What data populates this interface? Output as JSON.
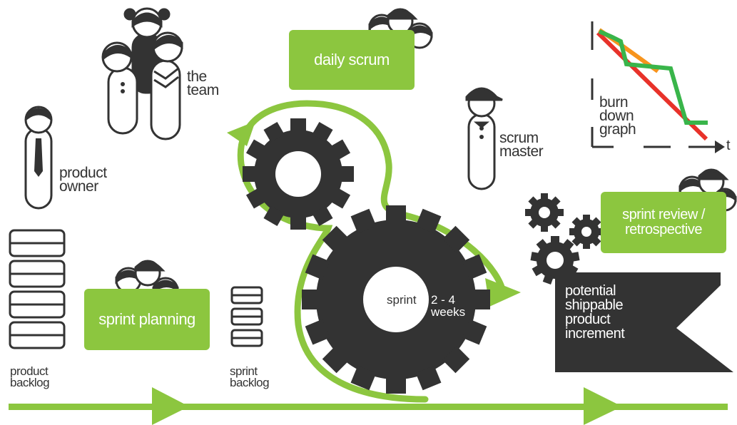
{
  "labels": {
    "the_team": [
      "the",
      "team"
    ],
    "product_owner": [
      "product",
      "owner"
    ],
    "scrum_master": [
      "scrum",
      "master"
    ],
    "burn_down_graph": [
      "burn",
      "down",
      "graph"
    ],
    "burn_axis_t": "t",
    "product_backlog": [
      "product",
      "backlog"
    ],
    "sprint_backlog": [
      "sprint",
      "backlog"
    ],
    "sprint": "sprint",
    "sprint_duration": [
      "2 - 4",
      "weeks"
    ],
    "increment": [
      "potential",
      "shippable",
      "product",
      "increment"
    ]
  },
  "boxes": {
    "daily_scrum": "daily scrum",
    "sprint_planning": "sprint planning",
    "sprint_review": [
      "sprint review /",
      "retrospective"
    ]
  },
  "colors": {
    "green": "#8cc63f",
    "dark": "#333333",
    "orange": "#f7941d",
    "red": "#e8322a",
    "line_green": "#39b54a"
  }
}
